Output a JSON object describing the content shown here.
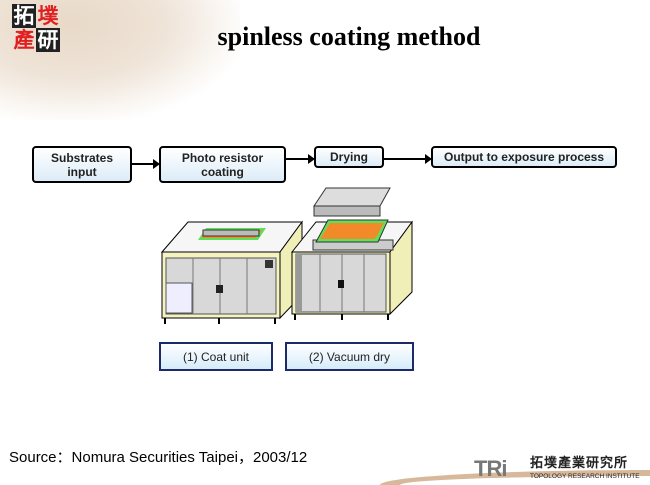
{
  "header": {
    "logo_chars": [
      "拓",
      "墣",
      "產",
      "研"
    ],
    "title": "spinless coating method"
  },
  "flow": {
    "steps": [
      "Substrates\ninput",
      "Photo resistor\ncoating",
      "Drying",
      "Output to exposure process"
    ]
  },
  "equipment": {
    "labels": [
      "(1) Coat unit",
      "(2) Vacuum dry"
    ],
    "colors": {
      "substrate": "#f28a2a",
      "frame": "#5ee05a",
      "body": "#f5f4c0"
    }
  },
  "footer": {
    "source": "Source：Nomura Securities Taipei，2003/12",
    "logo_mark": "TRi",
    "logo_cn": "拓墣產業研究所",
    "logo_en": "TOPOLOGY RESEARCH INSTITUTE"
  }
}
